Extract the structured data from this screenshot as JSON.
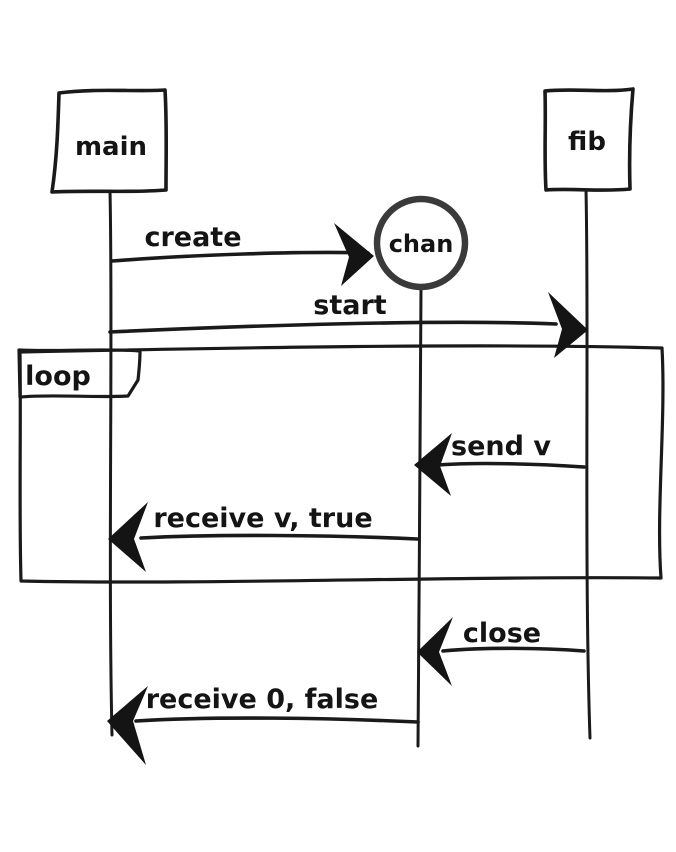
{
  "diagram": {
    "type": "sequence-diagram",
    "style": "hand-drawn",
    "participants": [
      {
        "id": "main",
        "label": "main",
        "shape": "rect"
      },
      {
        "id": "chan",
        "label": "chan",
        "shape": "circle"
      },
      {
        "id": "fib",
        "label": "fib",
        "shape": "rect"
      }
    ],
    "fragment": {
      "kind": "loop",
      "label": "loop"
    },
    "messages": [
      {
        "from": "main",
        "to": "chan",
        "label": "create",
        "in_loop": false
      },
      {
        "from": "main",
        "to": "fib",
        "label": "start",
        "in_loop": false
      },
      {
        "from": "fib",
        "to": "chan",
        "label": "send v",
        "in_loop": true
      },
      {
        "from": "chan",
        "to": "main",
        "label": "receive v, true",
        "in_loop": true
      },
      {
        "from": "fib",
        "to": "chan",
        "label": "close",
        "in_loop": false
      },
      {
        "from": "chan",
        "to": "main",
        "label": "receive 0, false",
        "in_loop": false
      }
    ],
    "colors": {
      "background": "#ffffff",
      "line": "#1a1a1a",
      "circle_stroke": "#3a3a3a",
      "text": "#141414"
    }
  }
}
